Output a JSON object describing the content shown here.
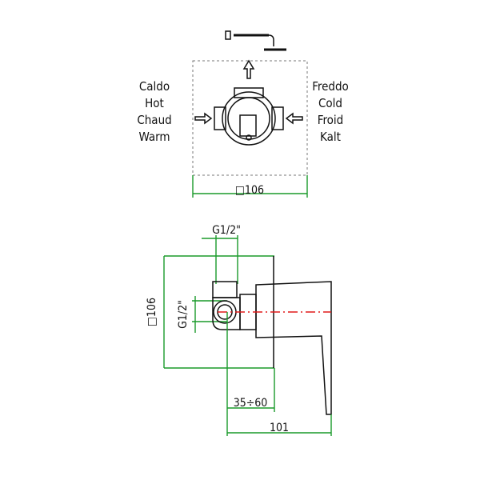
{
  "hot_labels": [
    "Caldo",
    "Hot",
    "Chaud",
    "Warm"
  ],
  "cold_labels": [
    "Freddo",
    "Cold",
    "Froid",
    "Kalt"
  ],
  "dimensions": {
    "top_width": "□106",
    "thread_top": "G1/2\"",
    "thread_side": "G1/2\"",
    "height": "□106",
    "depth_range": "35÷60",
    "total_depth": "101"
  },
  "colors": {
    "outline": "#111111",
    "dimension_lines": "#1a9a2a",
    "center_line": "#e01a1a",
    "dashed_box": "#777777"
  }
}
